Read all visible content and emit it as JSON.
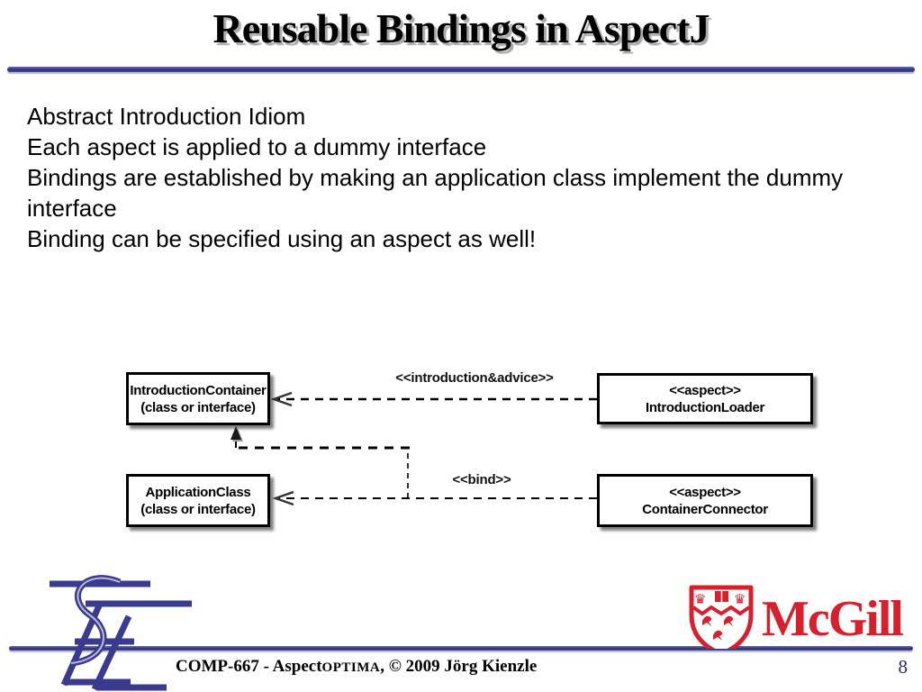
{
  "slide": {
    "title": "Reusable Bindings in AspectJ",
    "page_number": "8",
    "footer_part1": "COMP-667 - Aspect",
    "footer_part2": "OPTIMA",
    "footer_part3": ", © 2009 Jörg Kienzle",
    "body_lines": [
      "Abstract Introduction Idiom",
      "Each aspect is applied to a dummy interface",
      "Bindings are established by making an application class implement the dummy interface",
      "Binding can be specified using an aspect as well!"
    ]
  },
  "diagram": {
    "boxes": [
      {
        "id": "introduction-container",
        "line1": "IntroductionContainer",
        "line2": "(class or interface)"
      },
      {
        "id": "introduction-loader",
        "line1": "<<aspect>>",
        "line2": "IntroductionLoader"
      },
      {
        "id": "application-class",
        "line1": "ApplicationClass",
        "line2": "(class or interface)"
      },
      {
        "id": "container-connector",
        "line1": "<<aspect>>",
        "line2": "ContainerConnector"
      }
    ],
    "labels": {
      "introduction_advice": "<<introduction&advice>>",
      "bind": "<<bind>>"
    }
  },
  "logos": {
    "mcgill_wordmark": "McGill"
  },
  "colors": {
    "accent_navy": "#32328a",
    "mcgill_red": "#d6202e"
  }
}
